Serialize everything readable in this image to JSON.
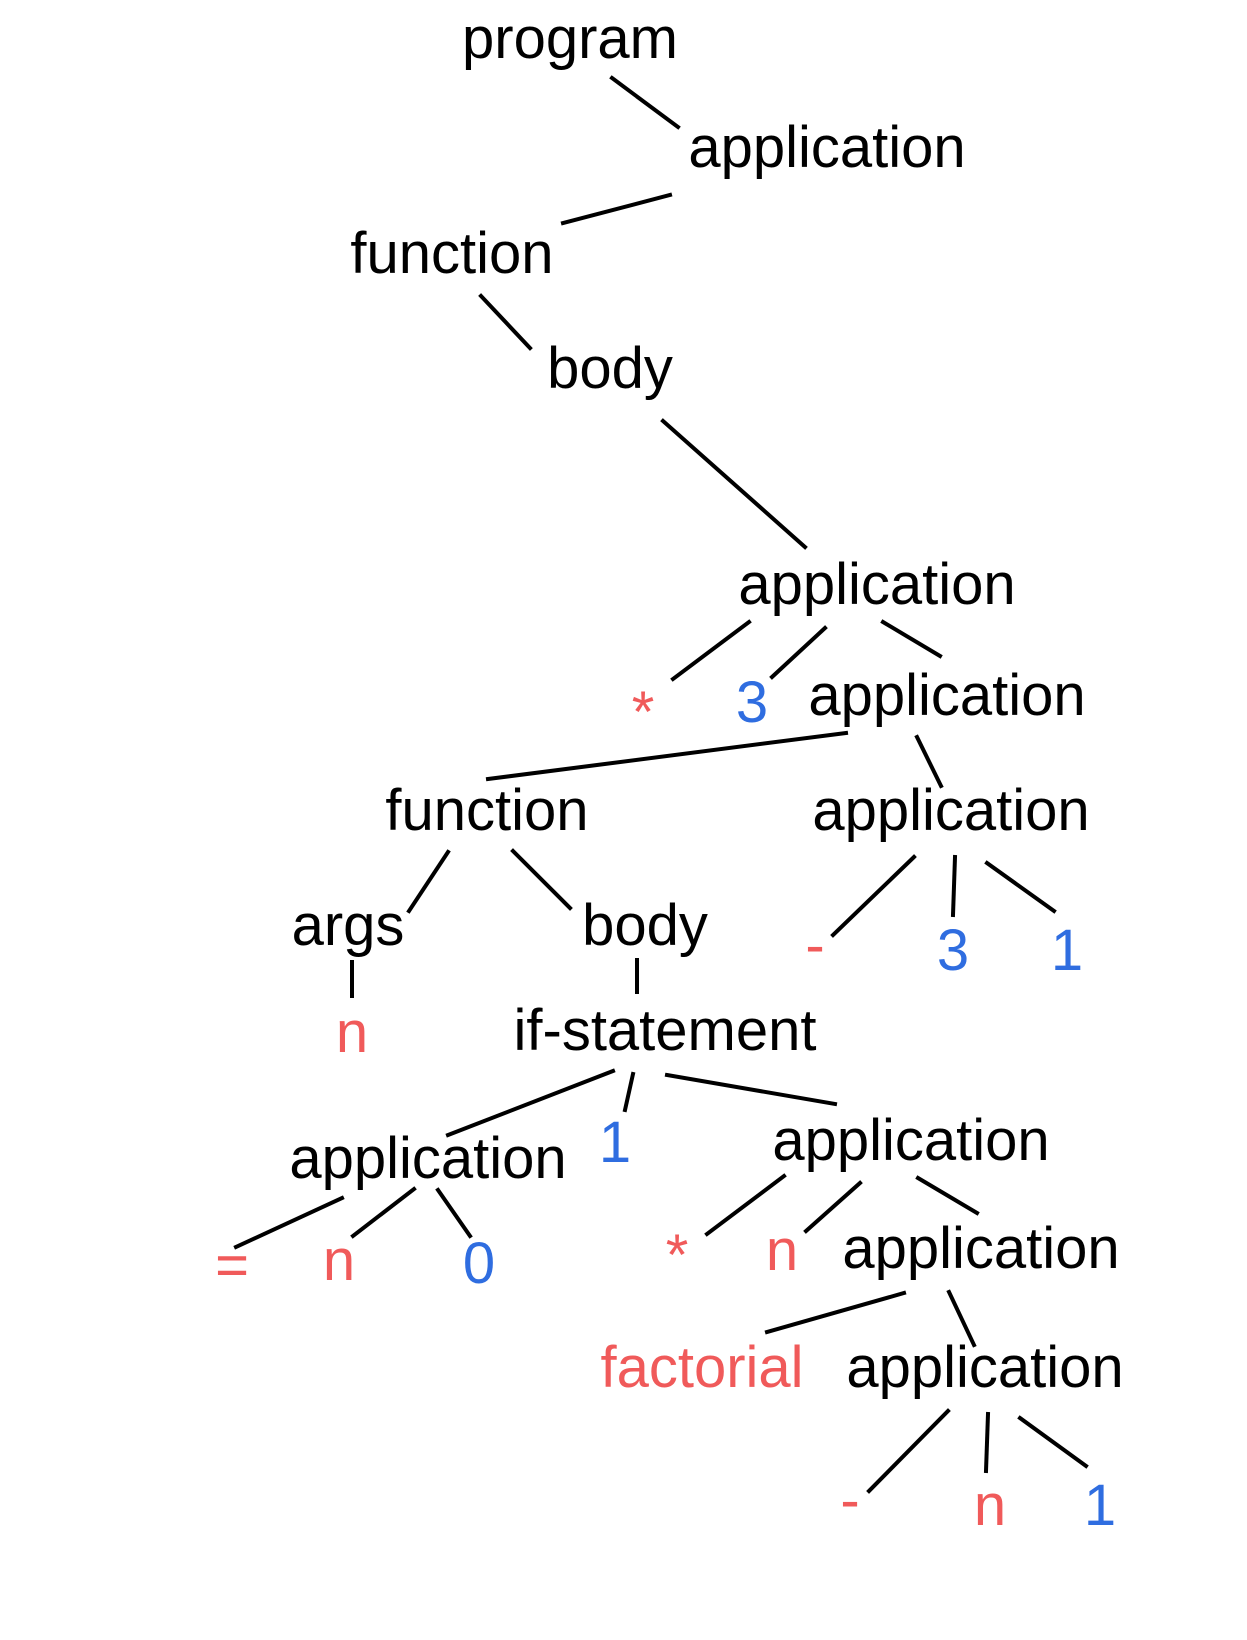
{
  "colors": {
    "keyword": "#000000",
    "symbol": "#f05a5a",
    "number": "#2f6de0"
  },
  "tree": {
    "program": "program",
    "app1": "application",
    "func1": "function",
    "body1": "body",
    "app2": "application",
    "op_mul1": "*",
    "num_3a": "3",
    "app3": "application",
    "func2": "function",
    "app4": "application",
    "args": "args",
    "body2": "body",
    "op_minus1": "-",
    "num_3b": "3",
    "num_1a": "1",
    "arg_n": "n",
    "if_stmt": "if-statement",
    "app5": "application",
    "num_1b": "1",
    "app6": "application",
    "op_eq": "=",
    "n1": "n",
    "num_0": "0",
    "op_mul2": "*",
    "n2": "n",
    "app7": "application",
    "factorial": "factorial",
    "app8": "application",
    "op_minus2": "-",
    "n3": "n",
    "num_1c": "1"
  }
}
